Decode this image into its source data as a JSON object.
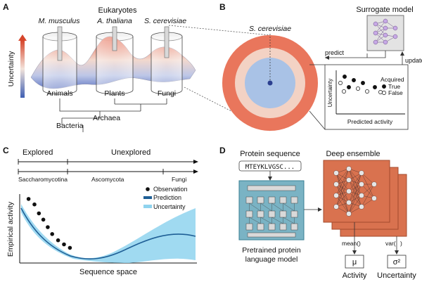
{
  "panels": {
    "a": {
      "letter": "A",
      "eukaryotes": "Eukaryotes",
      "species": [
        "M. musculus",
        "A. thaliana",
        "S. cerevisiae"
      ],
      "uncertainty_label": "Uncertainty",
      "groups": [
        "Animals",
        "Plants",
        "Fungi"
      ],
      "archaea": "Archaea",
      "bacteria": "Bacteria",
      "colors": {
        "high": "#d6452b",
        "low": "#3f5fb3",
        "mid": "#f3e4dc"
      }
    },
    "b": {
      "letter": "B",
      "species": "S. cerevisiae",
      "surrogate_title": "Surrogate model",
      "predict": "predict",
      "update": "update",
      "legend_acquired": "Acquired",
      "legend_true": "True",
      "legend_false": "False",
      "y_label": "Uncertainty",
      "x_label": "Predicted activity",
      "colors": {
        "outer_ring": "#e9765c",
        "inner_ring": "#f3d2c4",
        "core": "#a9c2e6",
        "dot": "#2b3f8f"
      }
    },
    "c": {
      "letter": "C",
      "explored": "Explored",
      "unexplored": "Unexplored",
      "taxa": [
        "Saccharomycotina",
        "Ascomycota",
        "Fungi"
      ],
      "legend": [
        "Observation",
        "Prediction",
        "Uncertainty"
      ],
      "y_label": "Empirical activity",
      "x_label": "Sequence space",
      "colors": {
        "prediction": "#1f5f96",
        "uncertainty": "#8fd3ee"
      }
    },
    "d": {
      "letter": "D",
      "protein_title": "Protein sequence",
      "sequence": "MTEYKLVGSC...",
      "plm_label_1": "Pretrained protein",
      "plm_label_2": "language model",
      "ensemble_title": "Deep ensemble",
      "mean_label": "mean(",
      "var_label": "var(",
      "mu": "μ",
      "sigma2": "σ²",
      "activity": "Activity",
      "uncertainty": "Uncertainty",
      "colors": {
        "plm": "#7ab3c4",
        "plm_border": "#3a7f93",
        "ensemble": "#d9724f",
        "ensemble_border": "#a34b2d"
      }
    }
  },
  "chart_data": {
    "type": "scatter",
    "title": "",
    "xlabel": "Sequence space",
    "ylabel": "Empirical activity",
    "regions": [
      "Explored",
      "Unexplored"
    ],
    "taxa": [
      "Saccharomycotina",
      "Ascomycota",
      "Fungi"
    ],
    "series": [
      {
        "name": "Observation",
        "x": [
          0.6,
          1.0,
          1.3,
          1.6,
          1.9,
          2.2,
          2.6,
          3.0,
          3.4
        ],
        "y": [
          0.93,
          0.85,
          0.72,
          0.63,
          0.52,
          0.42,
          0.33,
          0.27,
          0.22
        ]
      }
    ]
  }
}
